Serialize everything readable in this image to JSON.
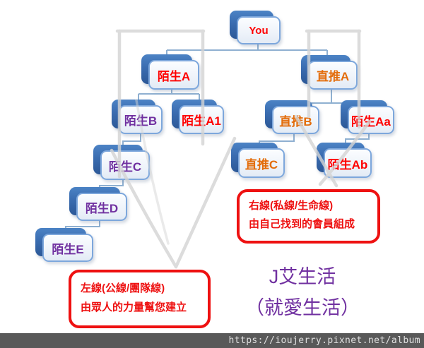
{
  "colors": {
    "red": "#ff0000",
    "purple": "#7030a0",
    "orange": "#e36c0a",
    "annotation_red": "#ee1111",
    "brand_purple": "#7030a0",
    "card_back_blue": "#3a6cb0",
    "card_border_blue": "#7da7dc",
    "connector_blue": "#8fb0d1",
    "watermark_gray": "#d4d4d4",
    "footer_bg": "#595959",
    "footer_text": "#e0e0e0"
  },
  "tree": {
    "nodes": [
      {
        "id": "you",
        "label": "You",
        "color": "red",
        "parent": null
      },
      {
        "id": "mosheng-a",
        "label": "陌生A",
        "color": "red",
        "parent": "you"
      },
      {
        "id": "zhitui-a",
        "label": "直推A",
        "color": "orange",
        "parent": "you"
      },
      {
        "id": "mosheng-b",
        "label": "陌生B",
        "color": "purple",
        "parent": "mosheng-a"
      },
      {
        "id": "mosheng-a1",
        "label": "陌生A1",
        "color": "red",
        "parent": "mosheng-a"
      },
      {
        "id": "zhitui-b",
        "label": "直推B",
        "color": "orange",
        "parent": "zhitui-a"
      },
      {
        "id": "mosheng-aa",
        "label": "陌生Aa",
        "color": "red",
        "parent": "zhitui-a"
      },
      {
        "id": "mosheng-c",
        "label": "陌生C",
        "color": "purple",
        "parent": "mosheng-b"
      },
      {
        "id": "zhitui-c",
        "label": "直推C",
        "color": "orange",
        "parent": "zhitui-b"
      },
      {
        "id": "mosheng-ab",
        "label": "陌生Ab",
        "color": "red",
        "parent": "mosheng-aa"
      },
      {
        "id": "mosheng-d",
        "label": "陌生D",
        "color": "purple",
        "parent": "mosheng-c"
      },
      {
        "id": "mosheng-e",
        "label": "陌生E",
        "color": "purple",
        "parent": "mosheng-d"
      }
    ]
  },
  "annotations": {
    "right_box": {
      "line1": "右線(私線/生命線)",
      "line2": "由自己找到的會員組成"
    },
    "left_box": {
      "line1": "左線(公線/團隊線)",
      "line2": "由眾人的力量幫您建立"
    }
  },
  "brand": {
    "line1": "J艾生活",
    "line2": "（就愛生活）"
  },
  "footer": {
    "url": "https://ioujerry.pixnet.net/album"
  }
}
